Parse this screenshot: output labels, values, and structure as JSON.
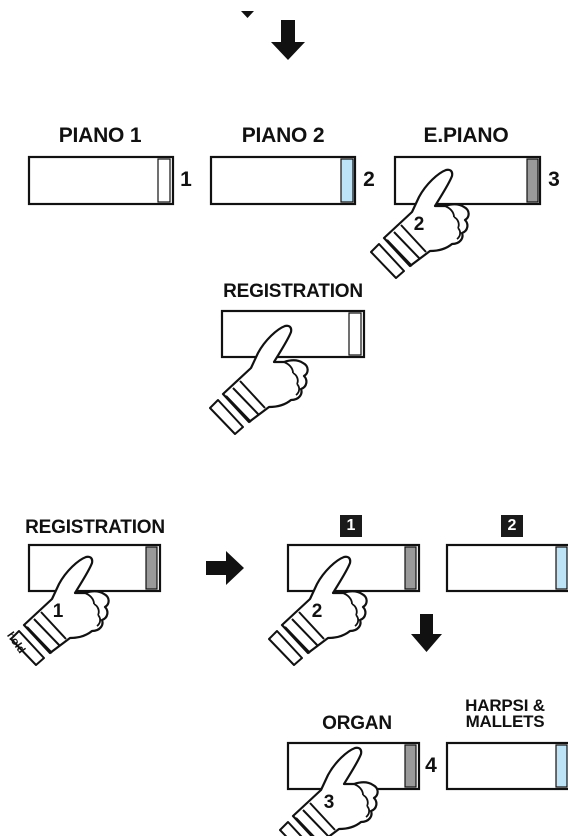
{
  "step1": {
    "buttons": [
      {
        "label": "PIANO 1",
        "number": "1"
      },
      {
        "label": "PIANO 2",
        "number": "2"
      },
      {
        "label": "E.PIANO",
        "number": "3",
        "press_number": "2"
      }
    ],
    "registration": {
      "label": "REGISTRATION"
    }
  },
  "step2": {
    "registration": {
      "label": "REGISTRATION",
      "press_number": "1",
      "hold_text": "hold"
    },
    "memory_buttons": [
      {
        "badge": "1",
        "press_number": "2"
      },
      {
        "badge": "2"
      }
    ],
    "organ": {
      "label": "ORGAN",
      "number": "4",
      "press_number": "3"
    },
    "harpsi": {
      "label_line1": "HARPSI &",
      "label_line2": "MALLETS"
    }
  },
  "colors": {
    "ink": "#111111",
    "led_off": "#bde3f6",
    "led_on": "#9a9a9a",
    "badge_bg": "#1a1a1a"
  }
}
